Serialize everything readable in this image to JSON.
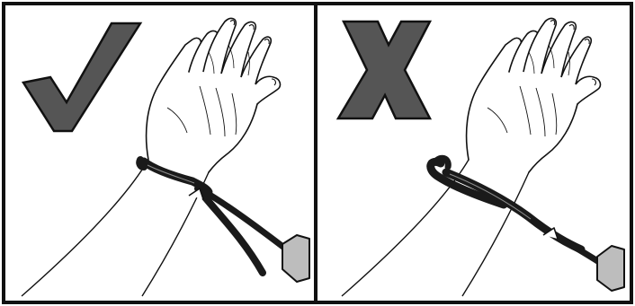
{
  "figure": {
    "panels": [
      {
        "id": "correct",
        "icon": "check-mark-icon",
        "verdict": "correct"
      },
      {
        "id": "incorrect",
        "icon": "x-mark-icon",
        "verdict": "incorrect"
      }
    ],
    "colors": {
      "frame": "#111111",
      "mark_fill": "#555555",
      "strap": "#1a1a1a",
      "buckle": "#bdbdbd",
      "line_art": "#111111",
      "background": "#ffffff"
    }
  }
}
